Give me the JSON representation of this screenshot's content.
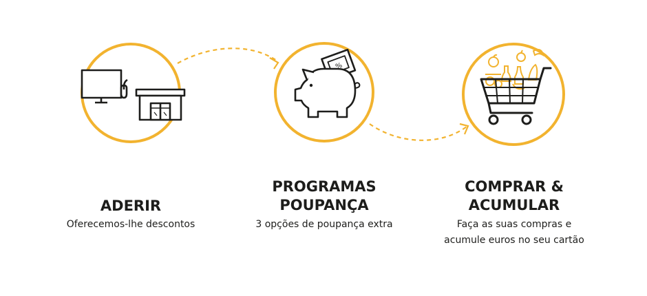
{
  "colors": {
    "accent": "#f2b32f",
    "ink": "#1d1d1b",
    "background": "#ffffff"
  },
  "steps": [
    {
      "icon": "computer-and-store-icon",
      "title_lines": [
        "ADERIR"
      ],
      "desc_lines": [
        "Oferecemos-lhe descontos"
      ]
    },
    {
      "icon": "piggy-bank-icon",
      "title_lines": [
        "PROGRAMAS",
        "POUPANÇA"
      ],
      "desc_lines": [
        "3 opções de poupança extra"
      ]
    },
    {
      "icon": "shopping-cart-icon",
      "title_lines": [
        "COMPRAR &",
        "ACUMULAR"
      ],
      "desc_lines": [
        "Faça as suas compras e",
        "acumule euros no seu cartão"
      ]
    }
  ],
  "connectors": [
    "dashed-arrow-icon",
    "dashed-arrow-icon"
  ]
}
